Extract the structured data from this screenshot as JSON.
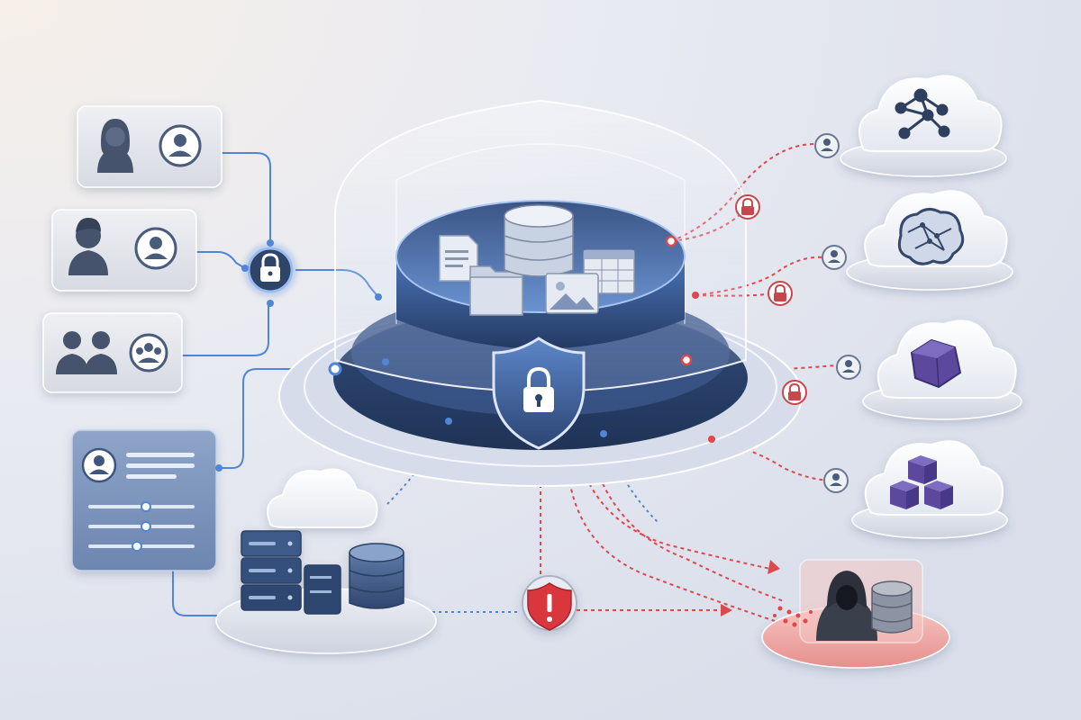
{
  "palette": {
    "background_light": "#f3f0ef",
    "background_blue": "#dfe4ef",
    "navy": "#2e4468",
    "mid_blue": "#4a78b8",
    "light_blue": "#7fa3da",
    "secure_line": "#4f86d6",
    "leak_line": "#e0474b",
    "threat_red": "#d9363e",
    "platform_grey": "#e4e7ee",
    "card_grey": "#e3e5ea",
    "purple": "#5b4a9e"
  },
  "users": [
    {
      "kind": "woman",
      "badge_icon": "user-circle-icon"
    },
    {
      "kind": "man",
      "badge_icon": "user-circle-icon"
    },
    {
      "kind": "group",
      "badge_icon": "group-circle-icon"
    }
  ],
  "vault": {
    "contents": [
      "document-icon",
      "database-icon",
      "folder-icon",
      "table-icon",
      "image-icon"
    ],
    "center_icon": "shield-lock-icon"
  },
  "clouds": [
    {
      "icon": "network-nodes-icon",
      "color": "#2f3f5e"
    },
    {
      "icon": "brain-icon",
      "color": "#34466a"
    },
    {
      "icon": "cube-icon",
      "color": "#5b4a9e"
    },
    {
      "icon": "cubes-icon",
      "color": "#5b4a9e"
    }
  ],
  "threat": {
    "alert_icon": "shield-alert-icon",
    "actor_icon": "hooded-hacker-icon"
  }
}
